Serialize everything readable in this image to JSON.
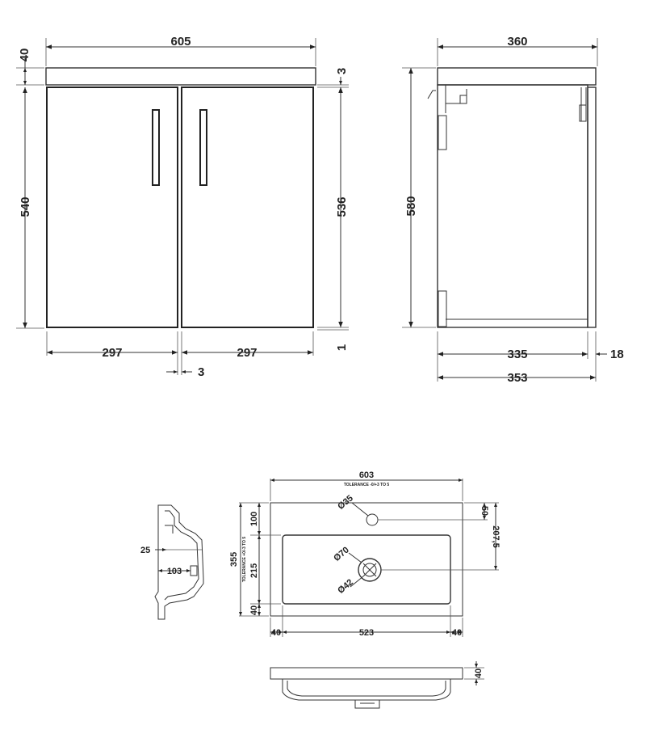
{
  "front_view": {
    "overall_width": "605",
    "top_thickness": "40",
    "top_gap": "3",
    "body_height": "540",
    "door_height": "536",
    "door_width_left": "297",
    "door_width_right": "297",
    "door_gap": "3",
    "bottom_gap": "1"
  },
  "side_view": {
    "overall_depth": "360",
    "height": "580",
    "inner_depth": "335",
    "door_thickness": "18",
    "carcass_depth": "353"
  },
  "basin_plan": {
    "overall_width": "603",
    "width_tolerance": "TOLERANCE -0/+3 TO 5",
    "overall_depth": "355",
    "depth_tolerance": "TOLERANCE +0/-3 TO 5",
    "tap_hole_dia": "Ø35",
    "waste_dia_outer": "Ø70",
    "waste_dia_inner": "Ø42",
    "back_to_taphole": "100",
    "bowl_depth": "215",
    "front_rim": "40",
    "taphole_offset": "50",
    "waste_offset": "207,5",
    "left_rim": "40",
    "bowl_width": "523",
    "right_rim": "40"
  },
  "basin_section": {
    "rim_height": "25",
    "bowl_depth": "103"
  },
  "basin_front": {
    "thickness": "40"
  }
}
